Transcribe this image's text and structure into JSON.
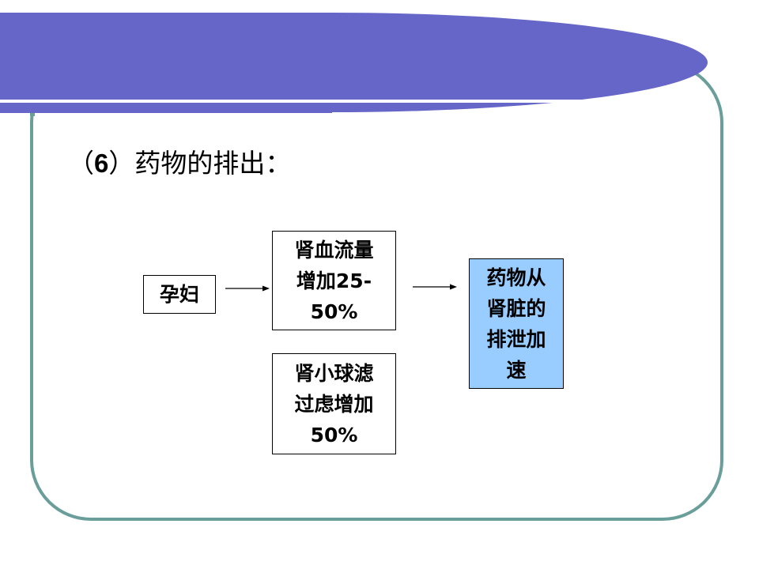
{
  "slide": {
    "title_prefix": "（",
    "title_number": "6",
    "title_text": "）药物的排出：",
    "colors": {
      "banner": "#6666c8",
      "frame": "#6a9e9a",
      "result_box": "#99ccff"
    }
  },
  "diagram": {
    "source": "孕妇",
    "effect1": [
      "肾血流量",
      "增加25-",
      "50%"
    ],
    "effect2": [
      "肾小球滤",
      "过虑增加",
      "50%"
    ],
    "result": [
      "药物从",
      "肾脏的",
      "排泄加",
      "速"
    ]
  }
}
